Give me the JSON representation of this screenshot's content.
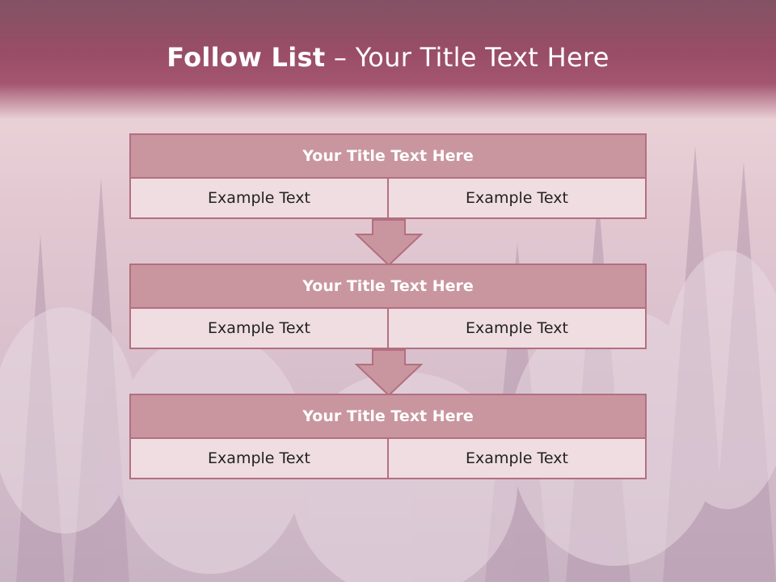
{
  "slide": {
    "title_bold": "Follow List",
    "title_rest": " – Your Title Text Here"
  },
  "blocks": [
    {
      "title": "Your Title Text Here",
      "left": "Example Text",
      "right": "Example Text"
    },
    {
      "title": "Your Title Text Here",
      "left": "Example Text",
      "right": "Example Text"
    },
    {
      "title": "Your Title Text Here",
      "left": "Example Text",
      "right": "Example Text"
    }
  ],
  "colors": {
    "header": "#9a4d66",
    "block_title_fill": "#c9969f",
    "block_border": "#b36f80",
    "cell_fill": "#efdde1"
  }
}
